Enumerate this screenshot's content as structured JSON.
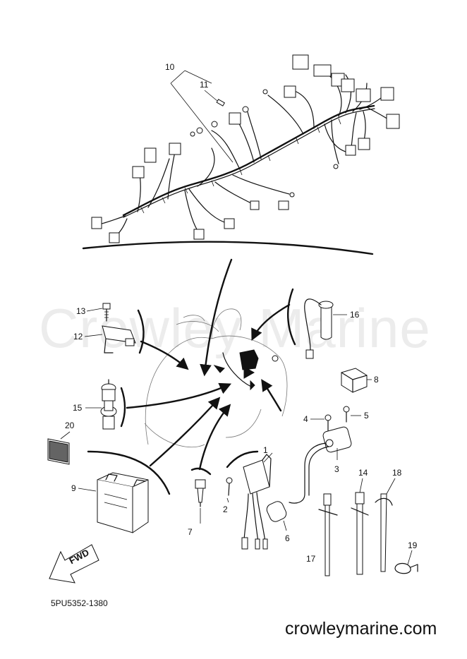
{
  "watermark": "Crowley Marine",
  "part_code": "5PU5352-1380",
  "site": "crowleymarine.com",
  "fwd_label": "FWD",
  "callouts": [
    "1",
    "2",
    "3",
    "4",
    "5",
    "6",
    "7",
    "8",
    "9",
    "10",
    "11",
    "12",
    "13",
    "14",
    "15",
    "16",
    "17",
    "18",
    "19",
    "20"
  ]
}
